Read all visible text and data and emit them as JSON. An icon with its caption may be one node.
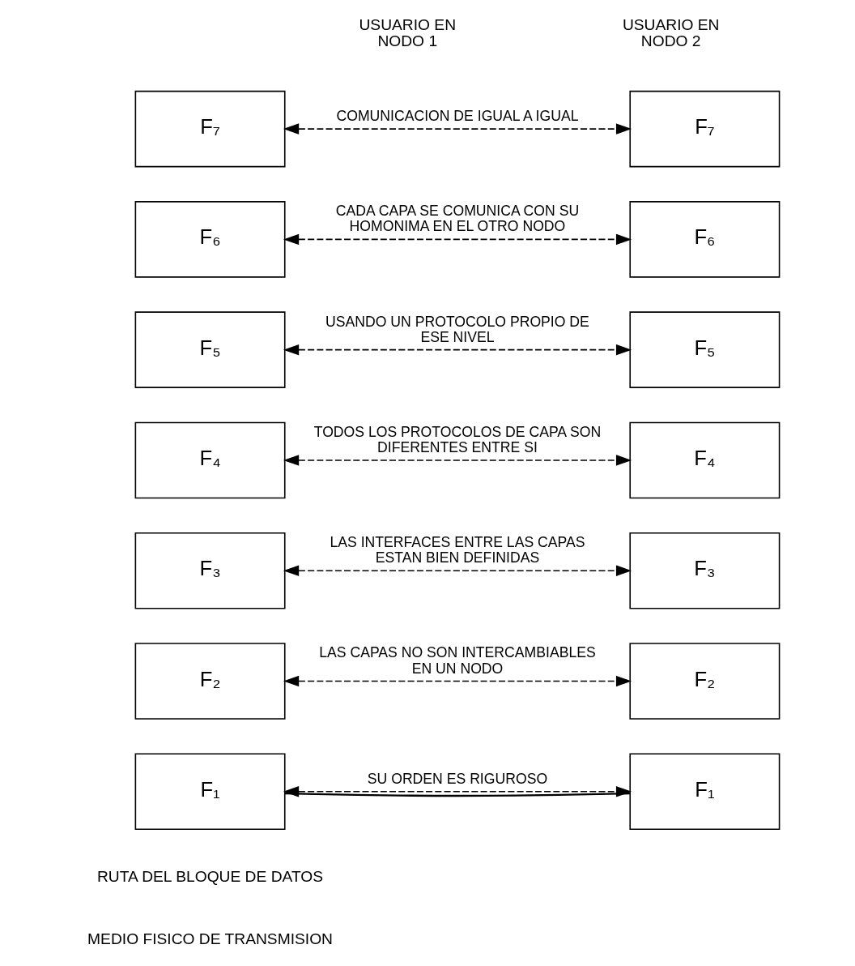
{
  "diagram": {
    "nodes": [
      {
        "text": [
          "F₇"
        ]
      },
      {
        "text": [
          "F₇"
        ]
      },
      {
        "text": [
          "F₆"
        ]
      },
      {
        "text": [
          "F₆"
        ]
      },
      {
        "text": [
          "F₅"
        ]
      },
      {
        "text": [
          "F₅"
        ]
      },
      {
        "text": [
          "F₄"
        ]
      },
      {
        "text": [
          "F₄"
        ]
      },
      {
        "text": [
          "F₃"
        ]
      },
      {
        "text": [
          "F₃"
        ]
      },
      {
        "text": [
          "F₂"
        ]
      },
      {
        "text": [
          "F₂"
        ]
      },
      {
        "text": [
          "F₁"
        ]
      },
      {
        "text": [
          "F₁"
        ]
      }
    ],
    "edges": [
      {
        "from": 0,
        "to": 1,
        "arrow": "both",
        "style": "dashed",
        "label": "COMUNICACION DE IGUAL A IGUAL"
      },
      {
        "from": 2,
        "to": 3,
        "arrow": "both",
        "style": "dashed",
        "label": "CADA CAPA SE COMUNICA CON SU HOMONIMA EN EL OTRO NODO"
      },
      {
        "from": 4,
        "to": 5,
        "arrow": "both",
        "style": "dashed",
        "label": "USANDO UN PROTOCOLO PROPIO DE ESE NIVEL"
      },
      {
        "from": 6,
        "to": 7,
        "arrow": "both",
        "style": "dashed",
        "label": "TODOS LOS PROTOCOLOS DE CAPA SON DIFERENTES ENTRE SI"
      },
      {
        "from": 8,
        "to": 9,
        "arrow": "both",
        "style": "dashed",
        "label": "LAS INTERFACES ENTRE LAS CAPAS ESTAN BIEN DEFINIDAS"
      },
      {
        "from": 10,
        "to": 11,
        "arrow": "both",
        "style": "dashed",
        "label": "LAS CAPAS NO SON INTERCAMBIABLES EN UN NODO"
      },
      {
        "from": 12,
        "to": 13,
        "arrow": "both",
        "style": "dashed",
        "label": "SU ORDEN ES RIGUROSO"
      },
      {
        "from": 12,
        "to": 13,
        "arrow": "none"
      }
    ],
    "labels": [
      "USUARIO EN NODO 1",
      "USUARIO EN NODO 2",
      "RUTA DEL BLOQUE DE DATOS",
      "MEDIO FISICO DE TRANSMISION"
    ]
  }
}
